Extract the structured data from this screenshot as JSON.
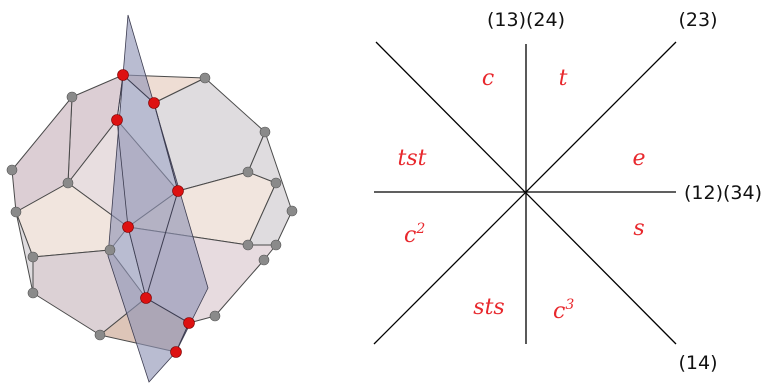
{
  "left_figure": {
    "face_colors": {
      "peach": "#efe0d6",
      "mauve": "#d9cad1",
      "grey": "#dad8da",
      "plane": "#8e93b4",
      "edge": "#4a4a4a"
    },
    "vertex_colors": {
      "grey": "#8a8a8a",
      "red": "#dd1111"
    }
  },
  "right_figure": {
    "line_labels": {
      "top_left": "(13)(24)",
      "top_right": "(23)",
      "right": "(12)(34)",
      "bottom_right": "(14)"
    },
    "regions": {
      "c": "c",
      "t": "t",
      "tst": "tst",
      "e": "e",
      "c2_base": "c",
      "c2_exp": "2",
      "s": "s",
      "sts": "sts",
      "c3_base": "c",
      "c3_exp": "3"
    },
    "colors": {
      "lines": "#000000",
      "region_labels": "#e8282d"
    }
  }
}
